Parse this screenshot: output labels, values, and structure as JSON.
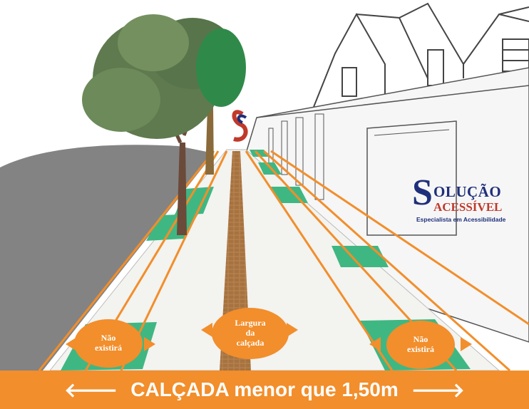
{
  "logo": {
    "initial": "S",
    "line1": "OLUÇÃO",
    "line2": "ACESSÍVEL",
    "tagline": "Especialista em Acessibilidade"
  },
  "badges": {
    "left": "Não\nexistirá",
    "center": "Largura\nda\ncalçada",
    "right": "Não\nexistirá"
  },
  "footer": {
    "text": "CALÇADA menor que 1,50m",
    "arrow_left": "🡐",
    "arrow_right": "🡒"
  },
  "colors": {
    "accent_orange": "#f28e2b",
    "grass_green": "#3fb783",
    "tactile_brown": "#b07a48",
    "brand_blue": "#1f2f7a",
    "brand_red": "#c0392b"
  }
}
